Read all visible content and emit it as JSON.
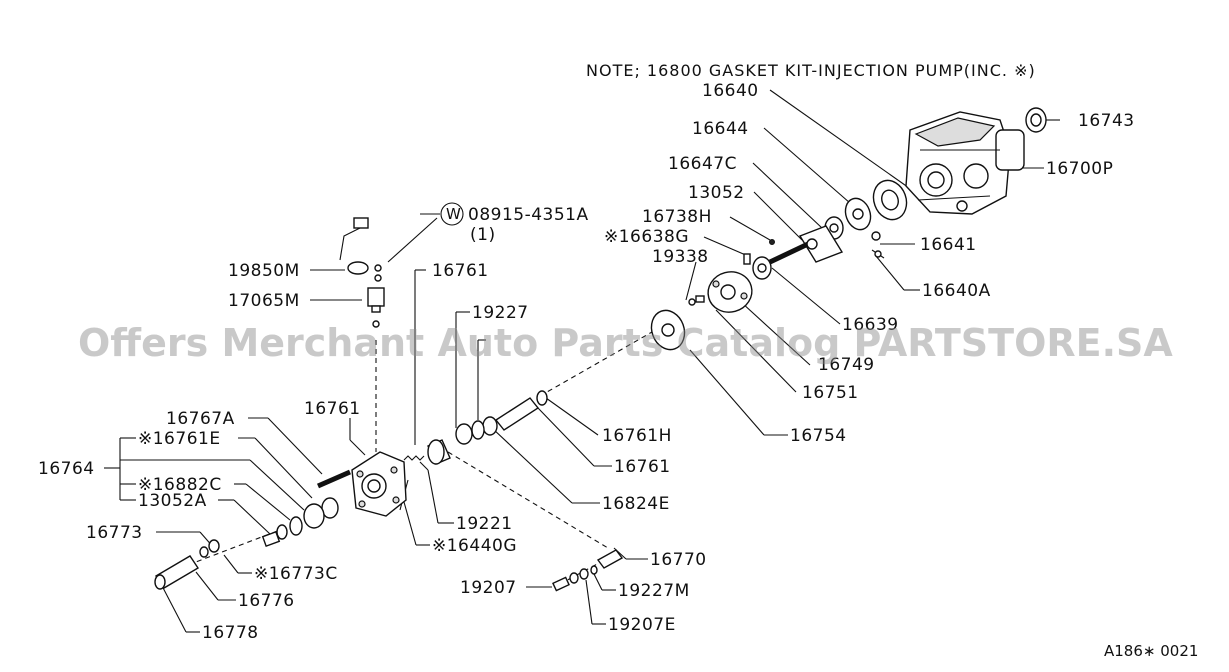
{
  "note": "NOTE; 16800 GASKET KIT-INJECTION PUMP(INC. ※)",
  "watermark": "Offers Merchant Auto Parts Catalog PARTSTORE.SA",
  "ref_code": "A186∗ 0021",
  "washer_symbol": "W",
  "labels": {
    "l16640": "16640",
    "l16743": "16743",
    "l16644": "16644",
    "l16700P": "16700P",
    "l16647C": "16647C",
    "l13052": "13052",
    "l16738H": "16738H",
    "l16638G": "※16638G",
    "l16641": "16641",
    "l19338": "19338",
    "l16640A": "16640A",
    "l08915": "08915-4351A",
    "l08915q": "(1)",
    "l16761a": "16761",
    "l16639": "16639",
    "l19850M": "19850M",
    "l17065M": "17065M",
    "l19227": "19227",
    "l16749": "16749",
    "l16751": "16751",
    "l16761b": "16761",
    "l16761H": "16761H",
    "l16767A": "16767A",
    "l16761E": "※16761E",
    "l16754": "16754",
    "l16761c": "16761",
    "l16764": "16764",
    "l16882C": "※16882C",
    "l13052A": "13052A",
    "l16824E": "16824E",
    "l19221": "19221",
    "l16440G": "※16440G",
    "l16773": "16773",
    "l16770": "16770",
    "l16773C": "※16773C",
    "l19207": "19207",
    "l19227M": "19227M",
    "l16776": "16776",
    "l19207E": "19207E",
    "l16778": "16778"
  }
}
